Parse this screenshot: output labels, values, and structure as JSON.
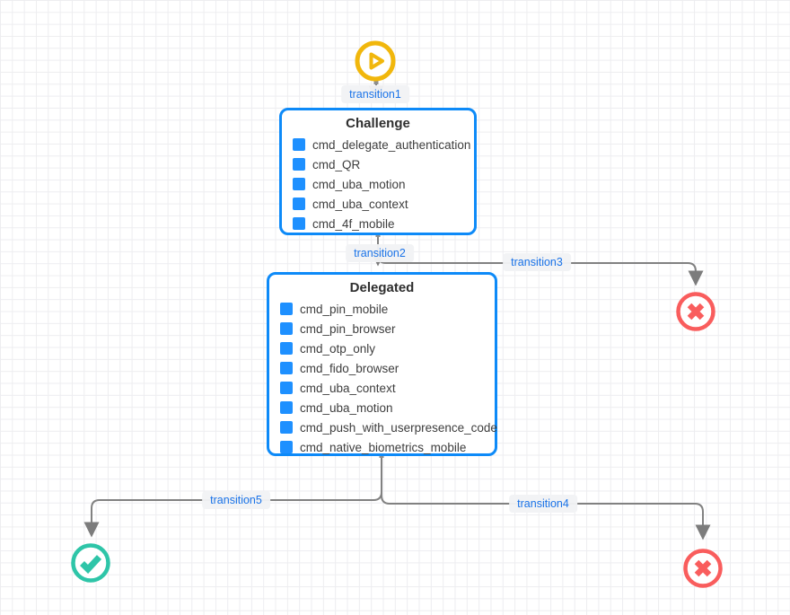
{
  "canvas": {
    "grid_color": "#ededf0",
    "background": "#ffffff"
  },
  "colors": {
    "state_border_blue": "#0d8af8",
    "command_square_blue": "#1e90ff",
    "label_text_blue": "#1a73e8",
    "label_background": "#f1f2f5",
    "edge_gray": "#818181",
    "start_yellow": "#f1b70c",
    "success_green": "#2ec5a8",
    "failure_red": "#f95d5d"
  },
  "nodes": {
    "start": {
      "icon": "play-circle-icon"
    },
    "challenge": {
      "title": "Challenge",
      "items": [
        "cmd_delegate_authentication",
        "cmd_QR",
        "cmd_uba_motion",
        "cmd_uba_context",
        "cmd_4f_mobile"
      ]
    },
    "delegated": {
      "title": "Delegated",
      "items": [
        "cmd_pin_mobile",
        "cmd_pin_browser",
        "cmd_otp_only",
        "cmd_fido_browser",
        "cmd_uba_context",
        "cmd_uba_motion",
        "cmd_push_with_userpresence_code",
        "cmd_native_biometrics_mobile"
      ]
    },
    "success": {
      "icon": "check-circle-icon"
    },
    "failure_top": {
      "icon": "x-circle-icon"
    },
    "failure_bottom": {
      "icon": "x-circle-icon"
    }
  },
  "edges": {
    "transition1": {
      "label": "transition1"
    },
    "transition2": {
      "label": "transition2"
    },
    "transition3": {
      "label": "transition3"
    },
    "transition4": {
      "label": "transition4"
    },
    "transition5": {
      "label": "transition5"
    }
  }
}
